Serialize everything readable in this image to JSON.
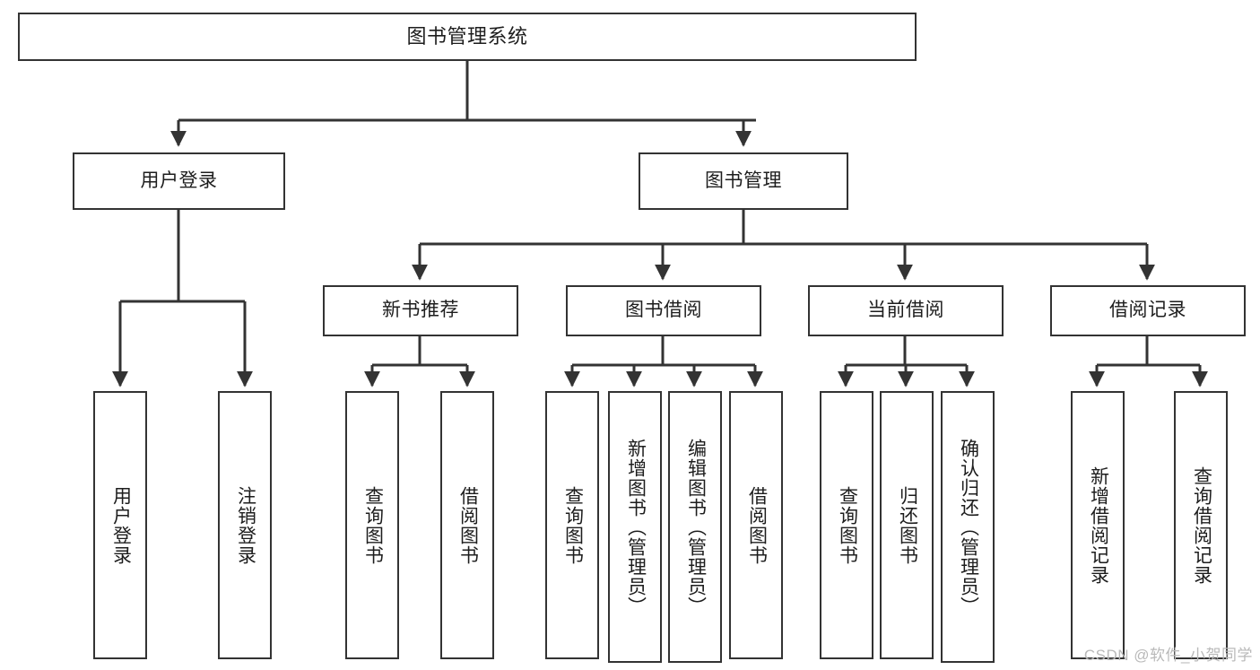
{
  "diagram": {
    "title_node": {
      "label": "图书管理系统"
    },
    "level2": [
      {
        "id": "user-login",
        "label": "用户登录"
      },
      {
        "id": "book-management",
        "label": "图书管理"
      }
    ],
    "level3": [
      {
        "id": "new-book-recommend",
        "label": "新书推荐"
      },
      {
        "id": "book-borrow",
        "label": "图书借阅"
      },
      {
        "id": "current-borrow",
        "label": "当前借阅"
      },
      {
        "id": "borrow-record",
        "label": "借阅记录"
      }
    ],
    "leaves": [
      {
        "id": "user-login-leaf",
        "label": "用户登录"
      },
      {
        "id": "logout-leaf",
        "label": "注销登录"
      },
      {
        "id": "query-book-1",
        "label": "查询图书"
      },
      {
        "id": "borrow-book-1",
        "label": "借阅图书"
      },
      {
        "id": "query-book-2",
        "label": "查询图书"
      },
      {
        "id": "add-book-admin",
        "label": "新增图书（管理员）"
      },
      {
        "id": "edit-book-admin",
        "label": "编辑图书（管理员）"
      },
      {
        "id": "borrow-book-2",
        "label": "借阅图书"
      },
      {
        "id": "query-book-3",
        "label": "查询图书"
      },
      {
        "id": "return-book",
        "label": "归还图书"
      },
      {
        "id": "confirm-return-admin",
        "label": "确认归还（管理员）"
      },
      {
        "id": "add-borrow-record",
        "label": "新增借阅记录"
      },
      {
        "id": "query-borrow-record",
        "label": "查询借阅记录"
      }
    ],
    "watermark": "CSDN @软件_小贺同学",
    "colors": {
      "stroke": "#333333",
      "text": "#1d1d1d",
      "background": "#ffffff",
      "watermark": "#b9b9b9"
    }
  }
}
